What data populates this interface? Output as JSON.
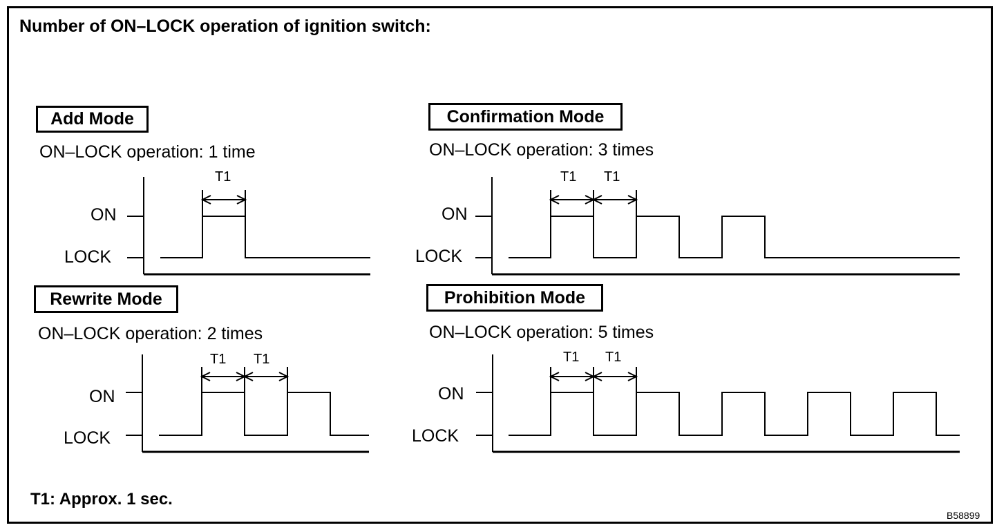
{
  "heading": "Number of ON–LOCK operation of ignition switch:",
  "footnote": "T1: Approx. 1 sec.",
  "figure_code": "B58899",
  "level_labels": {
    "on": "ON",
    "lock": "LOCK"
  },
  "interval_label": "T1",
  "modes": [
    {
      "key": "add",
      "name": "Add Mode",
      "operation": "ON–LOCK operation: 1 time",
      "pulse_count": 1
    },
    {
      "key": "confirmation",
      "name": "Confirmation Mode",
      "operation": "ON–LOCK operation: 3 times",
      "pulse_count": 3
    },
    {
      "key": "rewrite",
      "name": "Rewrite Mode",
      "operation": "ON–LOCK operation: 2 times",
      "pulse_count": 2
    },
    {
      "key": "prohibition",
      "name": "Prohibition Mode",
      "operation": "ON–LOCK operation: 5 times",
      "pulse_count": 5
    }
  ]
}
